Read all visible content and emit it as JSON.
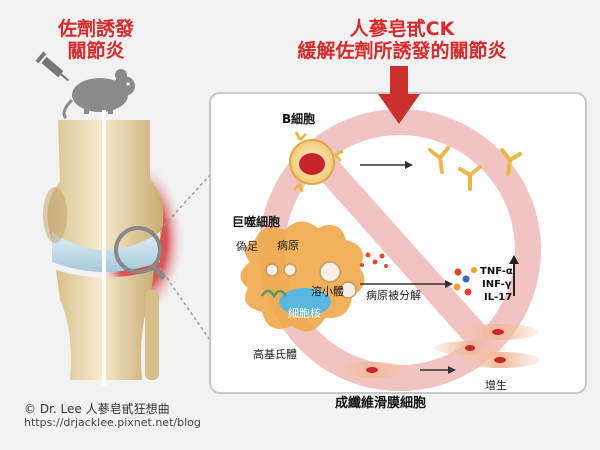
{
  "left_title": {
    "line1": "佐劑誘發",
    "line2": "關節炎"
  },
  "right_title": {
    "line1": "人蔘皂甙CK",
    "line2": "緩解佐劑所誘發的關節炎"
  },
  "labels": {
    "b_cell": "B細胞",
    "macrophage": "巨噬細胞",
    "pseudopod": "偽足",
    "pathogen": "病原",
    "lysosome": "溶小體",
    "nucleus": "細胞核",
    "golgi": "高基氏體",
    "pathogen_decomposed": "病原被分解",
    "tnf": "TNF-α",
    "inf": "INF-γ",
    "il17": "IL-17",
    "proliferation": "增生",
    "synovial": "成纖維滑膜細胞"
  },
  "footer": {
    "copyright": "© Dr. Lee 人蔘皂甙狂想曲",
    "url": "https://drjacklee.pixnet.net/blog"
  },
  "colors": {
    "title_red": "#d8292b",
    "arrow_red": "#c9302c",
    "prohibition_pink": "#f0b8b8",
    "antibody_yellow": "#e8b84a",
    "macrophage_orange": "#f0a94a",
    "lysosome_blue": "#5ab8e0"
  },
  "icons": [
    "syringe-icon",
    "mouse-icon",
    "magnifier-icon",
    "down-arrow-icon",
    "prohibition-icon"
  ]
}
